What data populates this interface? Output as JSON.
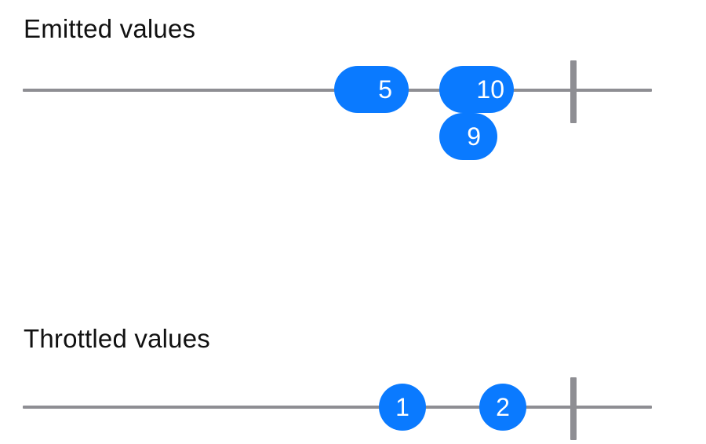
{
  "emitted": {
    "title": "Emitted values",
    "marbles": [
      {
        "label": "5"
      },
      {
        "label": "10"
      },
      {
        "label": "9"
      }
    ]
  },
  "throttled": {
    "title": "Throttled values",
    "marbles": [
      {
        "label": "1"
      },
      {
        "label": "2"
      }
    ]
  },
  "colors": {
    "marble": "#0a7aff",
    "axis": "#8e8e93",
    "text": "#111111"
  }
}
